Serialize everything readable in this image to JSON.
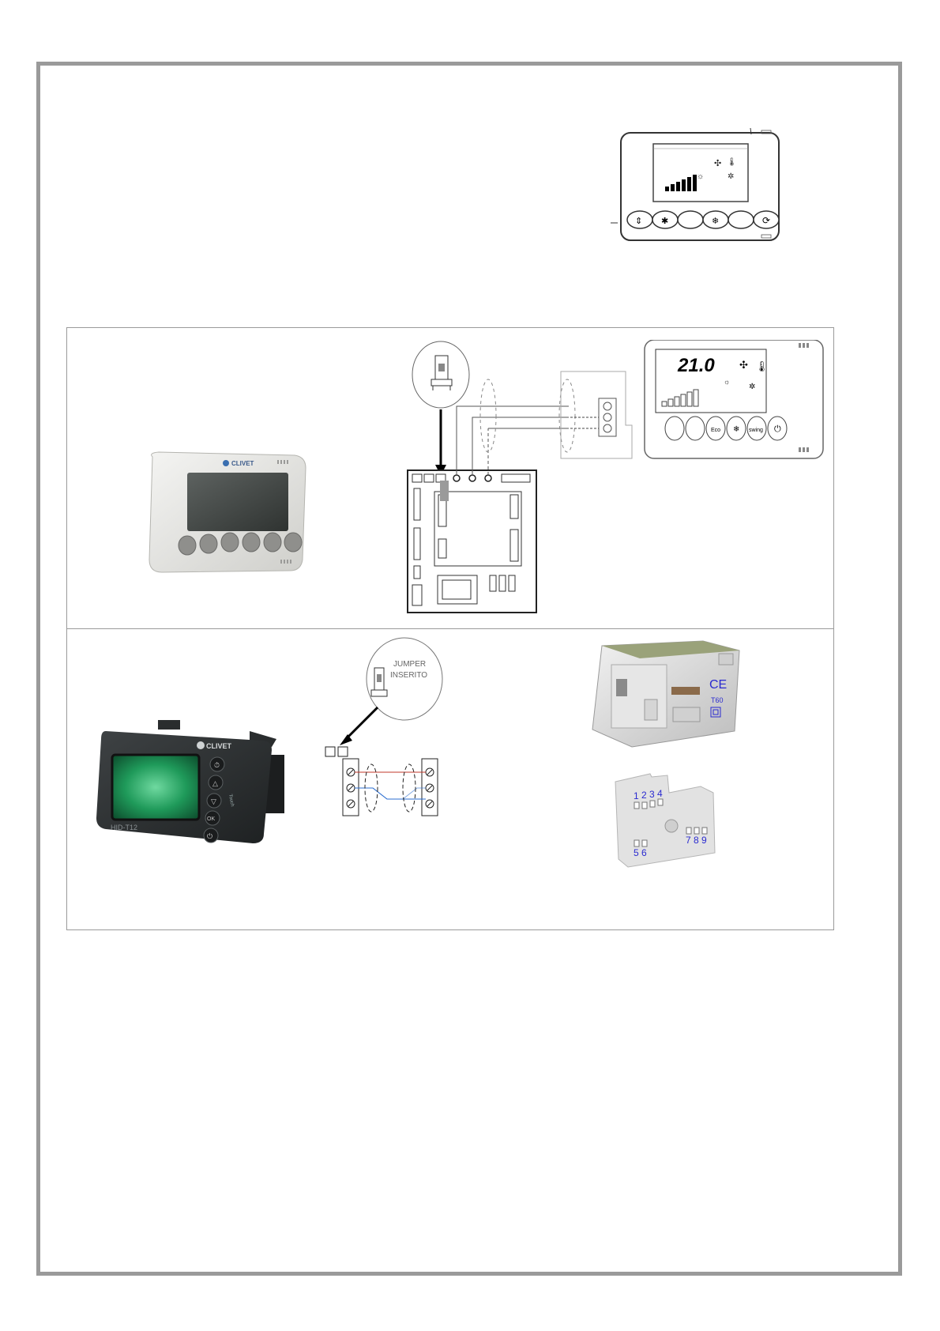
{
  "thermostat_top": {
    "display_bars": 6
  },
  "panel_ui": {
    "brand": "CLIVET"
  },
  "wall_thermostat": {
    "temperature": "21.0",
    "button_labels": [
      "Eco",
      "swing"
    ]
  },
  "panel_hid": {
    "brand": "CLIVET",
    "model": "HID-T12",
    "side_label": "Touch",
    "ok_label": "OK"
  },
  "jumper_callout": {
    "line1": "JUMPER",
    "line2": "INSERITO"
  },
  "module_front": {
    "marks": [
      "CE",
      "T60"
    ]
  },
  "module_back": {
    "terminal_numbers_top": [
      "1",
      "2",
      "3",
      "4"
    ],
    "terminal_numbers_bottom_left": [
      "5",
      "6"
    ],
    "terminal_numbers_bottom_right": [
      "7",
      "8",
      "9"
    ]
  },
  "colors": {
    "frame": "#9a9a9a",
    "wire_red": "#c0392b",
    "wire_blue": "#2e6fd1",
    "module_blue": "#2a2ad0"
  }
}
